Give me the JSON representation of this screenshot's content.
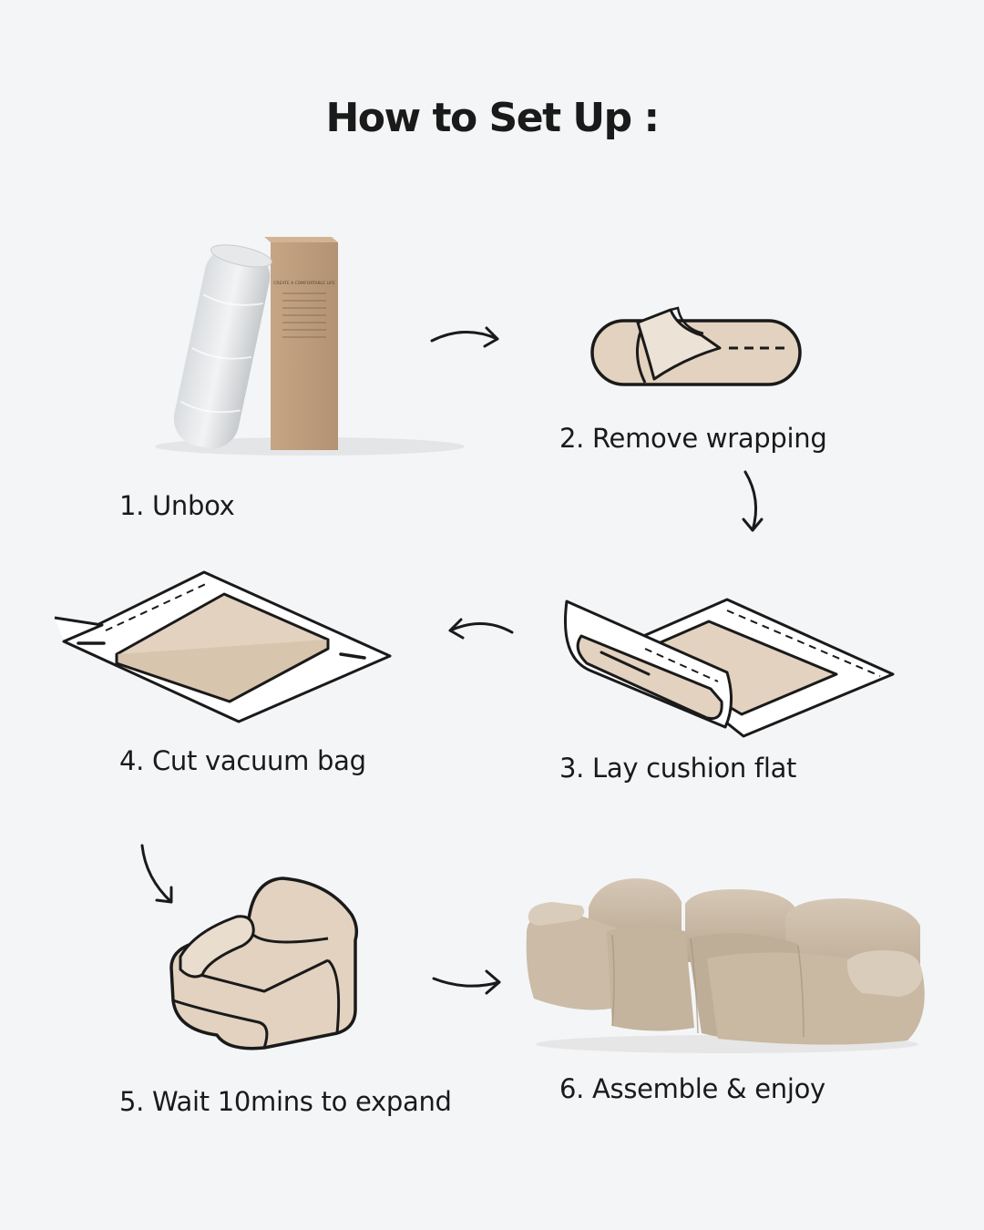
{
  "title": "How to Set Up :",
  "steps": [
    {
      "label": "1. Unbox",
      "icon": "rolled-cushion-and-box-icon"
    },
    {
      "label": "2. Remove wrapping",
      "icon": "rolled-cushion-unwrap-icon"
    },
    {
      "label": "3. Lay cushion flat",
      "icon": "cushion-unroll-flat-icon"
    },
    {
      "label": "4. Cut vacuum bag",
      "icon": "vacuum-bag-cut-icon"
    },
    {
      "label": "5. Wait 10mins to expand",
      "icon": "expanded-chair-icon"
    },
    {
      "label": "6. Assemble & enjoy",
      "icon": "assembled-sofa-icon"
    }
  ],
  "box_print": "CREATE A COMFORTABLE LIFE",
  "colors": {
    "background": "#f4f5f7",
    "cushion_fill": "#e2d2bf",
    "outline": "#1a1a1a",
    "box": "#b9987a",
    "sofa": "#c7b7a3"
  }
}
